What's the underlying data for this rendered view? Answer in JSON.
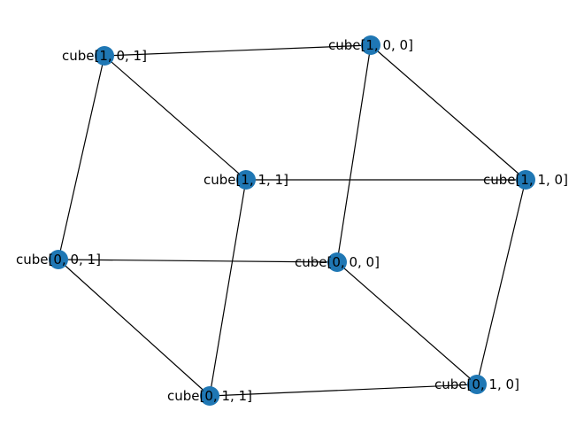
{
  "colors": {
    "node_fill": "#1f77b4",
    "edge": "#000000",
    "background": "#ffffff",
    "label": "#000000"
  },
  "nodes": [
    {
      "id": "n101",
      "label": "cube[1, 0, 1]"
    },
    {
      "id": "n100",
      "label": "cube[1, 0, 0]"
    },
    {
      "id": "n111",
      "label": "cube[1, 1, 1]"
    },
    {
      "id": "n110",
      "label": "cube[1, 1, 0]"
    },
    {
      "id": "n001",
      "label": "cube[0, 0, 1]"
    },
    {
      "id": "n000",
      "label": "cube[0, 0, 0]"
    },
    {
      "id": "n011",
      "label": "cube[0, 1, 1]"
    },
    {
      "id": "n010",
      "label": "cube[0, 1, 0]"
    }
  ],
  "edges": [
    [
      "n101",
      "n100"
    ],
    [
      "n101",
      "n111"
    ],
    [
      "n101",
      "n001"
    ],
    [
      "n100",
      "n110"
    ],
    [
      "n100",
      "n000"
    ],
    [
      "n111",
      "n110"
    ],
    [
      "n111",
      "n011"
    ],
    [
      "n110",
      "n010"
    ],
    [
      "n001",
      "n000"
    ],
    [
      "n001",
      "n011"
    ],
    [
      "n000",
      "n010"
    ],
    [
      "n011",
      "n010"
    ]
  ]
}
